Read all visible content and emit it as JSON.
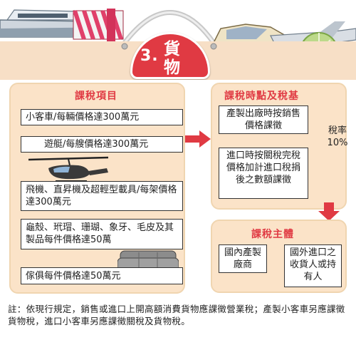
{
  "header": {
    "number": "3.",
    "title": "貨物"
  },
  "items_panel": {
    "title": "課稅項目",
    "items": [
      "小客車/每輛價格達300萬元",
      "遊艇/每艘價格達300萬元",
      "飛機、直昇機及超輕型載具/每架價格達300萬元",
      "龜殼、玳瑁、珊瑚、象牙、毛皮及其製品每件價格達50萬",
      "傢俱每件價格達50萬元"
    ]
  },
  "timing_panel": {
    "title": "課稅時點及稅基",
    "domestic": "產製出廠時按銷售價格課徵",
    "import": "進口時按關稅完稅價格加計進口稅捐後之數額課徵",
    "rate_label": "稅率",
    "rate_value": "10%"
  },
  "subject_panel": {
    "title": "課稅主體",
    "domestic": "國內產製廠商",
    "foreign": "國外進口之收貨人或持有人"
  },
  "footnote": "註：依現行規定，銷售或進口上開高額消費貨物應課徵營業稅；產製小客車另應課徵貨物稅，進口小客車另應課徵關稅及貨物稅。",
  "colors": {
    "accent_red": "#e03a43",
    "panel_fill": "#fbe3c8"
  }
}
